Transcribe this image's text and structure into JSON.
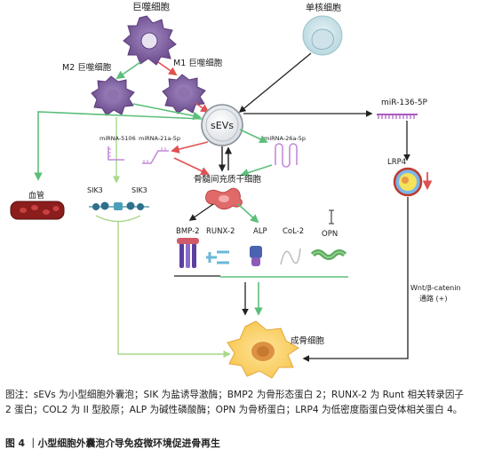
{
  "diagram": {
    "giant_cell": "巨噬细胞",
    "monocyte": "单核细胞",
    "m2_macrophage": "M2 巨噬细胞",
    "m1_macrophage": "M1 巨噬细胞",
    "sevs": "sEVs",
    "mirna_136": "miR-136-5P",
    "mirna_5106": "miRNA-5106",
    "mirna_21a": "miRNA-21a-5p",
    "mirna_26a": "miRNA-26a-5p",
    "bmsc": "骨髓间充质干细胞",
    "blood_vessel": "血管",
    "sik3_left": "SIK3",
    "sik3_right": "SIK3",
    "lrp4": "LRP4",
    "bmp2": "BMP-2",
    "runx2": "RUNX-2",
    "alp": "ALP",
    "col2": "CoL-2",
    "opn": "OPN",
    "wnt_line1": "Wnt/β-catenin",
    "wnt_line2": "通路 (+)",
    "osteoblast": "成骨细胞"
  },
  "caption": {
    "text": "图注：sEVs 为小型细胞外囊泡；SIK 为盐诱导激酶；BMP2 为骨形态蛋白 2；RUNX-2 为 Runt 相关转录因子 2 蛋白；COL2 为 II 型胶原；ALP 为碱性磷酸酶；OPN 为骨桥蛋白；LRP4 为低密度脂蛋白受体相关蛋白 4。",
    "title": "图 4 ｜小型细胞外囊泡介导免疫微环境促进骨再生"
  },
  "colors": {
    "green_arrow": "#5cbf7a",
    "red_arrow": "#e05050",
    "black_arrow": "#222222",
    "macrophage": "#7d5a9c",
    "light_green": "#a8d88a"
  }
}
